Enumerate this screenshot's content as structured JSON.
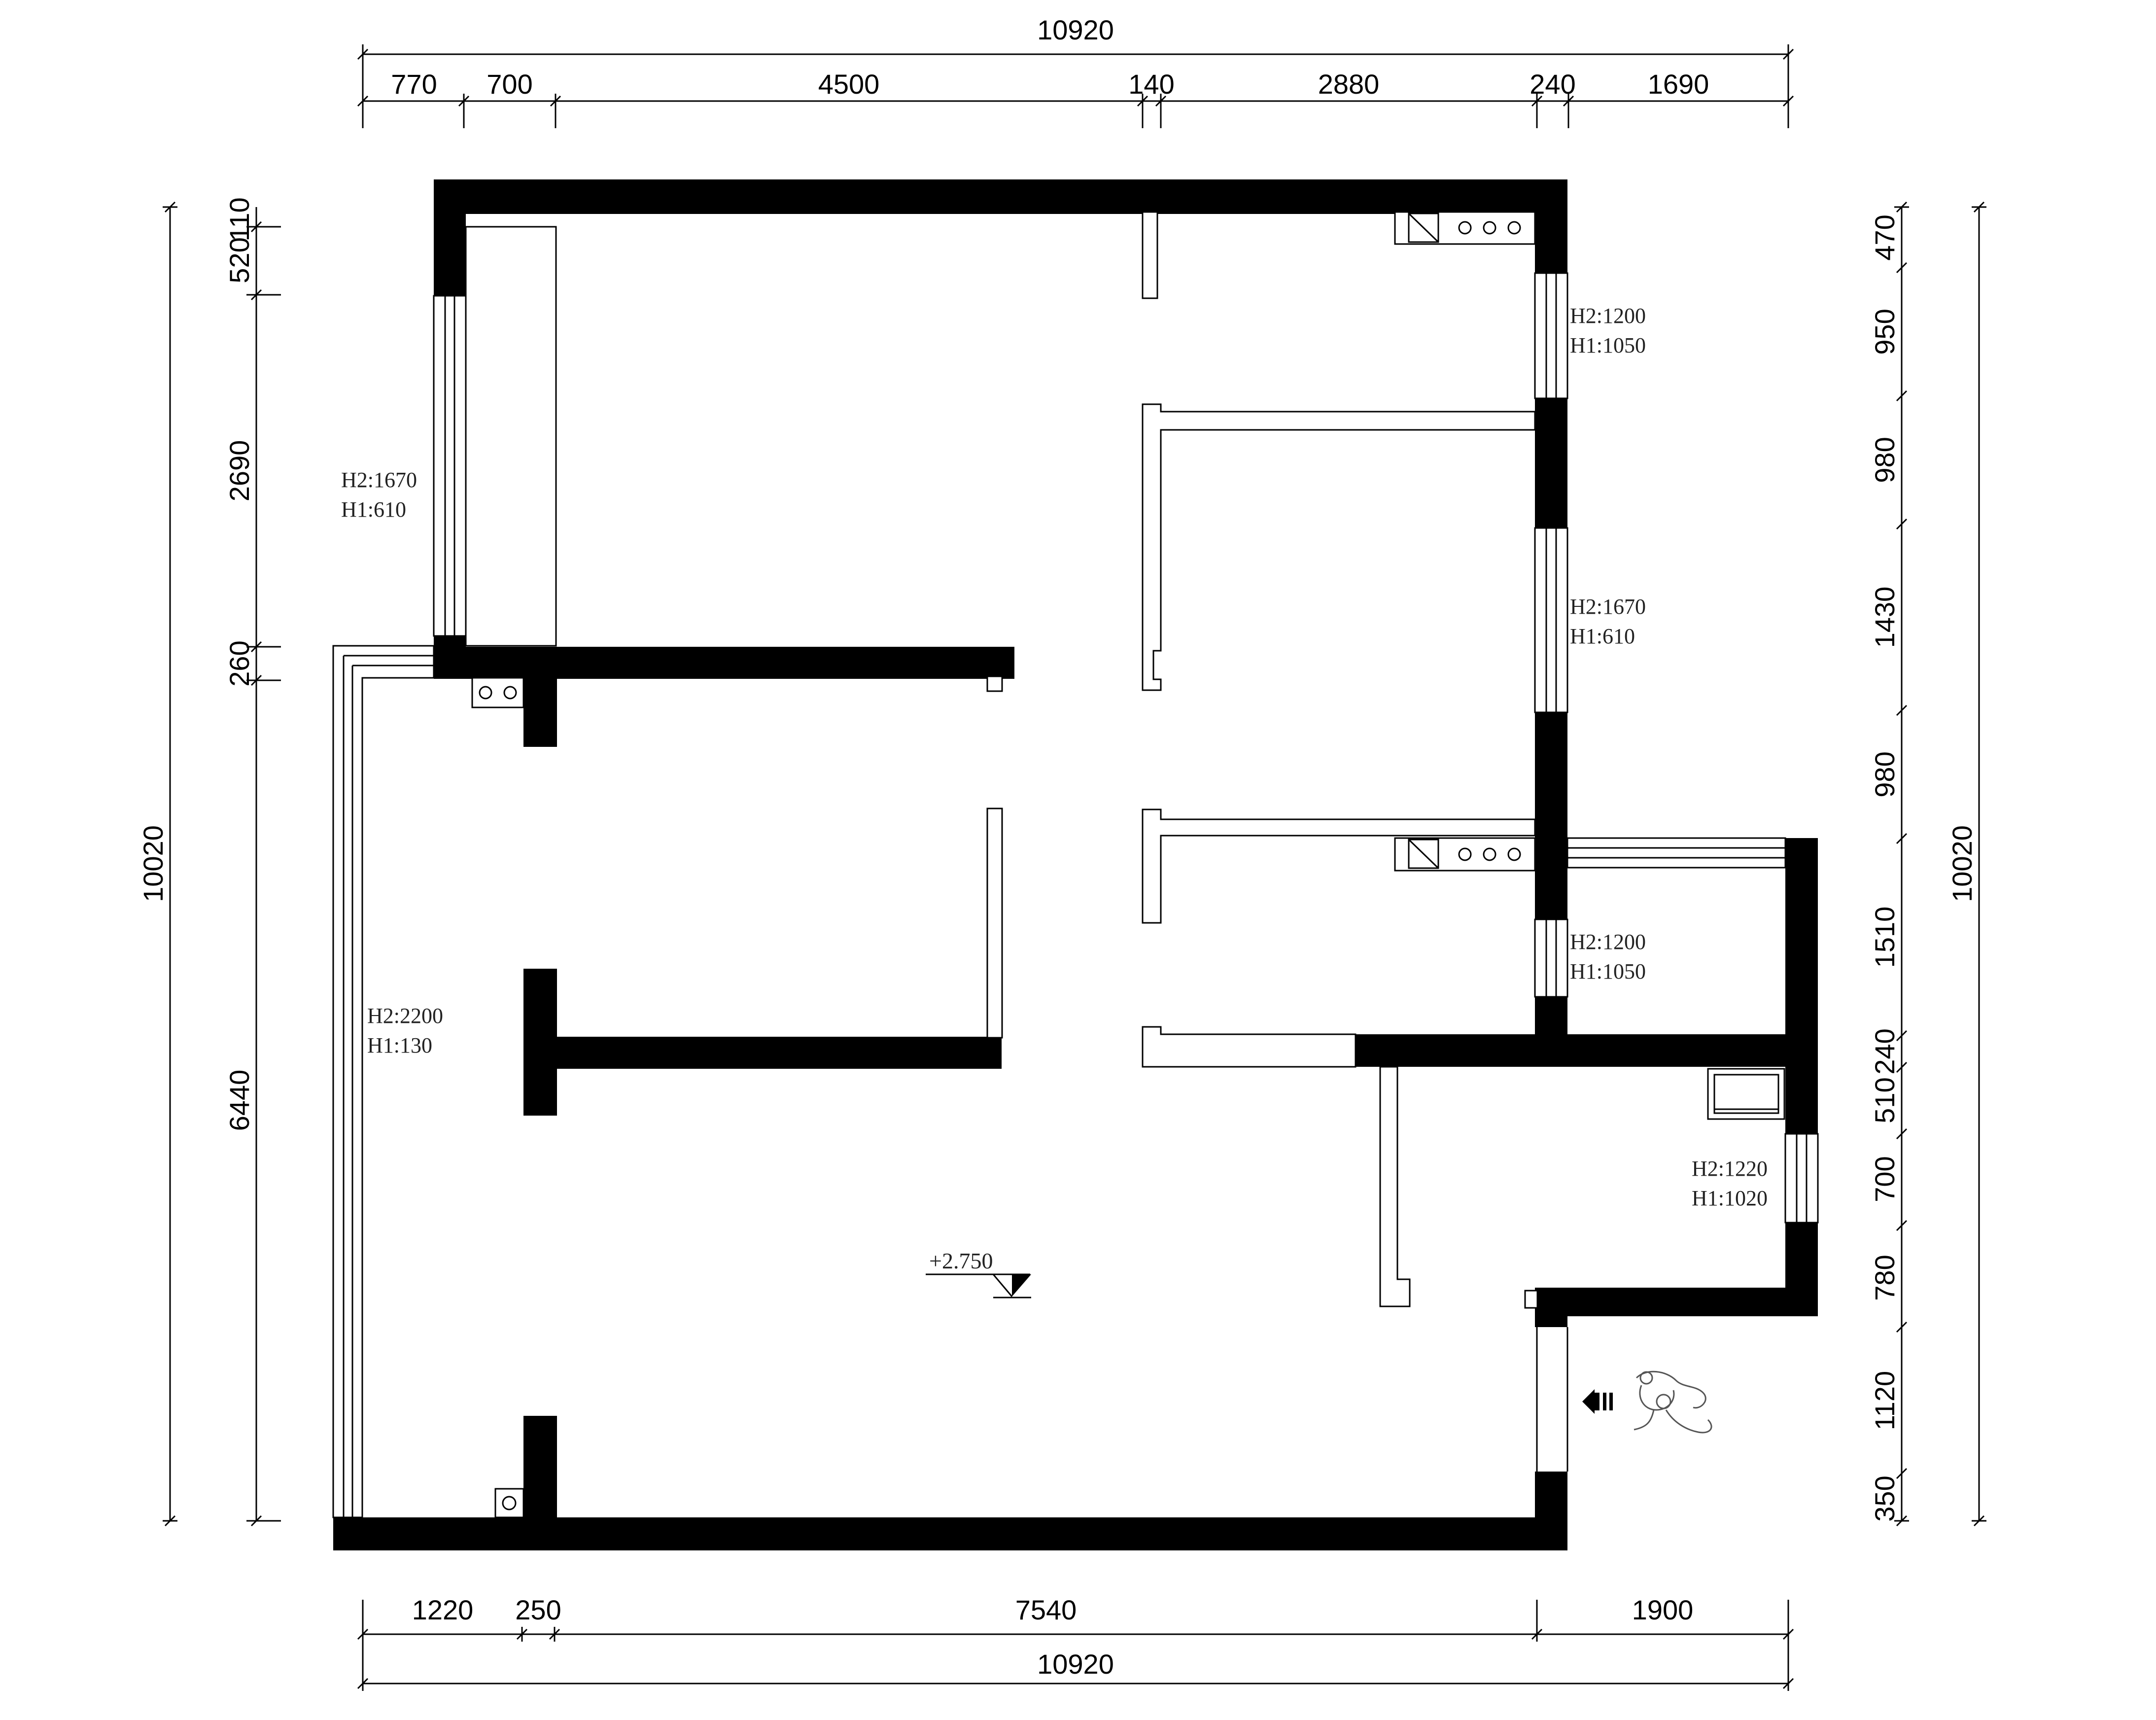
{
  "dimensions": {
    "top_total": "10920",
    "top_segments": [
      "770",
      "700",
      "4500",
      "140",
      "2880",
      "240",
      "1690"
    ],
    "bottom_total": "10920",
    "bottom_segments": [
      "1220",
      "250",
      "7540",
      "1900"
    ],
    "left_total": "10020",
    "left_segments": [
      "110",
      "520",
      "2690",
      "260",
      "6440"
    ],
    "right_total": "10020",
    "right_segments": [
      "470",
      "950",
      "980",
      "1430",
      "980",
      "1510",
      "240",
      "510",
      "700",
      "780",
      "1120",
      "350"
    ]
  },
  "window_notes": [
    {
      "h2": "H2:1670",
      "h1": "H1:610"
    },
    {
      "h2": "H2:1200",
      "h1": "H1:1050"
    },
    {
      "h2": "H2:1670",
      "h1": "H1:610"
    },
    {
      "h2": "H2:1200",
      "h1": "H1:1050"
    },
    {
      "h2": "H2:2200",
      "h1": "H1:130"
    },
    {
      "h2": "H2:1220",
      "h1": "H1:1020"
    }
  ],
  "elevation": "+2.750",
  "icons": {
    "entrance": "entrance-arrow-icon",
    "compass": "walking-figure-icon",
    "elevation": "elevation-marker-icon",
    "stove": "stove-icon",
    "washbasin": "washbasin-icon",
    "floor_drain": "floor-drain-icon"
  }
}
